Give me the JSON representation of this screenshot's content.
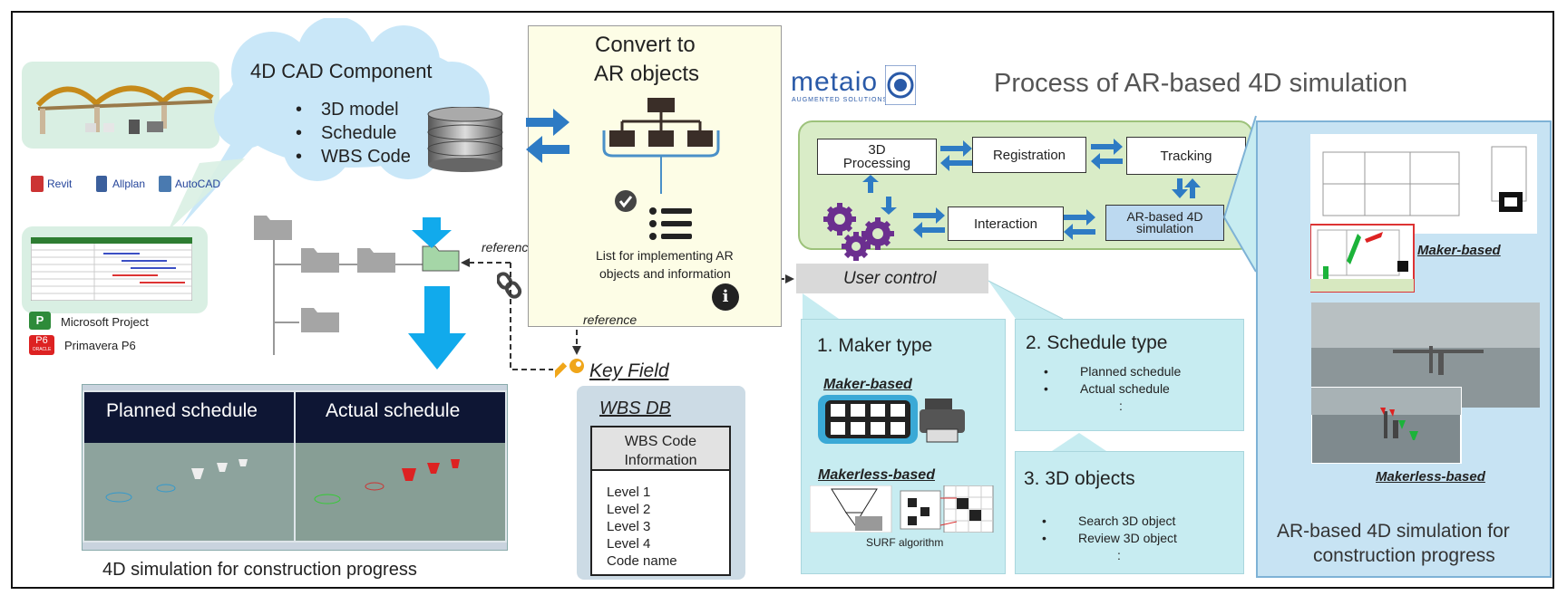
{
  "cad": {
    "title": "4D CAD Component",
    "items": [
      "3D model",
      "Schedule",
      "WBS Code"
    ],
    "tools": [
      "Revit",
      "Allplan",
      "AutoCAD"
    ],
    "schedulers": [
      "Microsoft Project",
      "Primavera P6"
    ],
    "p_logo": "P",
    "p6_logo": "P6",
    "p6_sub": "ORACLE"
  },
  "convert": {
    "title_line1": "Convert to",
    "title_line2": "AR objects",
    "list_line1": "List for implementing AR",
    "list_line2": "objects and information",
    "info_glyph": "i"
  },
  "refs": {
    "reference1": "reference",
    "reference2": "reference"
  },
  "keyfield": {
    "label": "Key Field"
  },
  "wbsdb": {
    "title": "WBS DB",
    "header_line1": "WBS Code",
    "header_line2": "Information",
    "levels": [
      "Level 1",
      "Level 2",
      "Level 3",
      "Level 4",
      "Code name"
    ]
  },
  "sim4d": {
    "planned": "Planned schedule",
    "actual": "Actual schedule",
    "caption": "4D simulation for construction progress"
  },
  "metaio": {
    "name": "metaio",
    "sub": "AUGMENTED SOLUTIONS"
  },
  "process": {
    "title": "Process of AR-based 4D simulation",
    "box_3d_line1": "3D",
    "box_3d_line2": "Processing",
    "registration": "Registration",
    "tracking": "Tracking",
    "interaction": "Interaction",
    "arbased_line1": "AR-based 4D",
    "arbased_line2": "simulation"
  },
  "user_control": "User control",
  "maker": {
    "title": "1.   Maker type",
    "maker_based": "Maker-based",
    "makerless_based": "Makerless-based",
    "surf": "SURF algorithm"
  },
  "schedule_type": {
    "title": "2.   Schedule type",
    "items": [
      "Planned schedule",
      "Actual schedule"
    ],
    "ellipsis": ":"
  },
  "objects3d": {
    "title": "3.   3D objects",
    "items": [
      "Search 3D object",
      "Review 3D object"
    ],
    "ellipsis": ":"
  },
  "right_panel": {
    "maker_based": "Maker-based",
    "makerless_based": "Makerless-based",
    "caption_line1": "AR-based 4D simulation for",
    "caption_line2": "construction progress"
  },
  "colors": {
    "arrow_blue": "#2e7bc4",
    "cyan": "#c7ecf1",
    "green_panel": "#d9ecc7",
    "yellow_box": "#fdfde6",
    "download_blue": "#11aaec"
  }
}
